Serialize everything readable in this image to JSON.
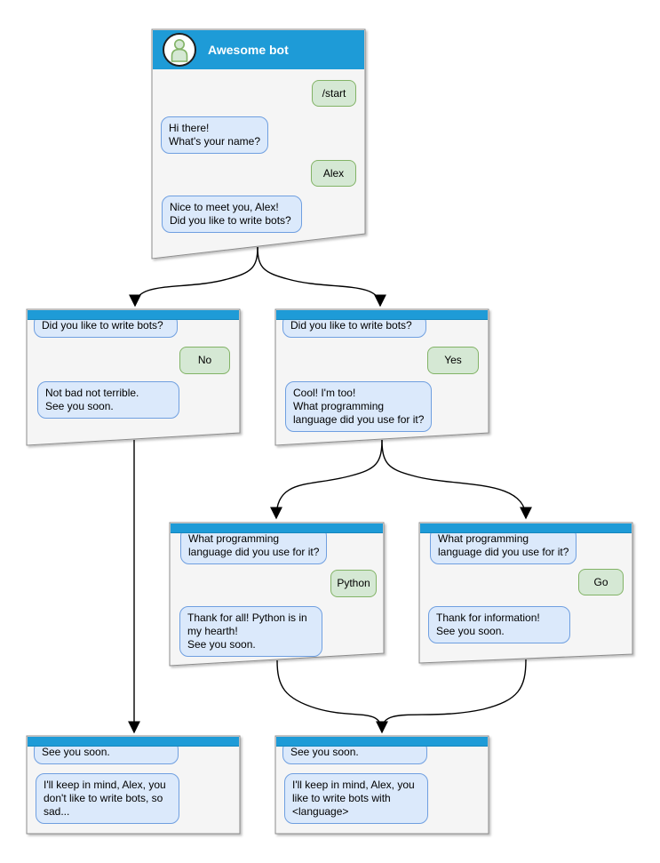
{
  "colors": {
    "titlebar_blue": "#1e9bd7",
    "window_fill": "#f5f5f5",
    "window_border": "#8c8c8c",
    "bot_bubble_fill": "#dbe9fb",
    "bot_bubble_border": "#6f9fe0",
    "user_bubble_fill": "#d5e8d4",
    "user_bubble_border": "#82b366",
    "connector": "#000000"
  },
  "windows": [
    {
      "id": "start",
      "title": "Awesome bot",
      "messages": [
        {
          "from": "user",
          "text": "/start"
        },
        {
          "from": "bot",
          "text": "Hi there!\nWhat's your name?"
        },
        {
          "from": "user",
          "text": "Alex"
        },
        {
          "from": "bot",
          "text": "Nice to meet you, Alex!\nDid you like to write bots?"
        }
      ]
    },
    {
      "id": "branch-no",
      "messages": [
        {
          "from": "bot",
          "text": "Did you like to write bots?"
        },
        {
          "from": "user",
          "text": "No"
        },
        {
          "from": "bot",
          "text": "Not bad not terrible.\nSee you soon."
        }
      ]
    },
    {
      "id": "branch-yes",
      "messages": [
        {
          "from": "bot",
          "text": "Did you like to write bots?"
        },
        {
          "from": "user",
          "text": "Yes"
        },
        {
          "from": "bot",
          "text": "Cool! I'm too!\nWhat programming\nlanguage did you use for it?"
        }
      ]
    },
    {
      "id": "lang-python",
      "messages": [
        {
          "from": "bot",
          "text": "What programming\nlanguage did you use for it?"
        },
        {
          "from": "user",
          "text": "Python"
        },
        {
          "from": "bot",
          "text": "Thank for all! Python is in\nmy hearth!\nSee you soon."
        }
      ]
    },
    {
      "id": "lang-go",
      "messages": [
        {
          "from": "bot",
          "text": "What programming\nlanguage did you use for it?"
        },
        {
          "from": "user",
          "text": "Go"
        },
        {
          "from": "bot",
          "text": "Thank for information!\nSee you soon."
        }
      ]
    },
    {
      "id": "end-no",
      "messages": [
        {
          "from": "bot",
          "text": "See you soon."
        },
        {
          "from": "bot",
          "text": "I'll keep in mind, Alex, you\ndon't like to write bots, so\nsad..."
        }
      ]
    },
    {
      "id": "end-yes",
      "messages": [
        {
          "from": "bot",
          "text": "See you soon."
        },
        {
          "from": "bot",
          "text": "I'll keep in mind, Alex, you\nlike to write bots with\n<language>"
        }
      ]
    }
  ],
  "edges": [
    {
      "from": "start",
      "to": "branch-no"
    },
    {
      "from": "start",
      "to": "branch-yes"
    },
    {
      "from": "branch-no",
      "to": "end-no"
    },
    {
      "from": "branch-yes",
      "to": "lang-python"
    },
    {
      "from": "branch-yes",
      "to": "lang-go"
    },
    {
      "from": "lang-python",
      "to": "end-yes"
    },
    {
      "from": "lang-go",
      "to": "end-yes"
    }
  ]
}
